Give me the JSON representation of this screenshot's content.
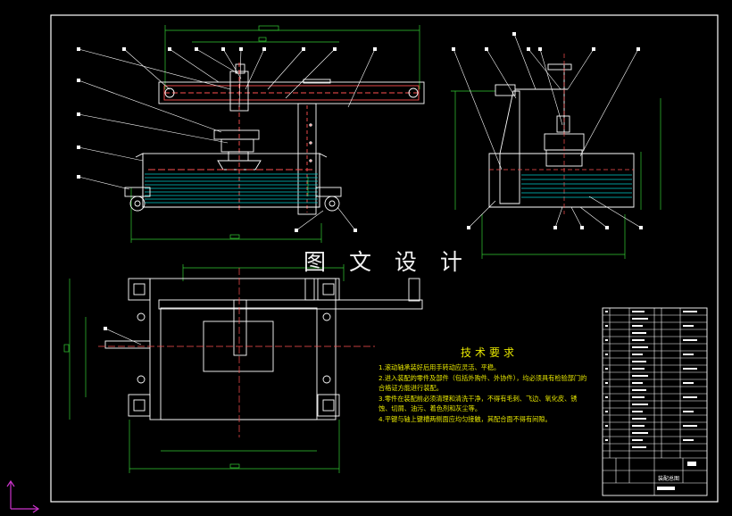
{
  "watermark": "图 文 设 计",
  "technical_requirements": {
    "title": "技术要求",
    "items": [
      "1.滚动轴承装好后用手转动应灵活、平稳。",
      "2.进入装配的零件及部件（包括外购件、外协件），均必须具有检验部门的合格证方能进行装配。",
      "3.零件在装配前必须清理和清洗干净，不得有毛刺、飞边、氧化皮、锈蚀、切屑、油污、着色剂和灰尘等。",
      "4.平键与轴上键槽两侧面应均匀接触，其配合面不得有间隙。"
    ]
  },
  "title_block": {
    "drawing_name": "装配总图"
  },
  "colors": {
    "background": "#000000",
    "frame": "#ffffff",
    "dimension": "#33cc33",
    "part_outline": "#ffffff",
    "center_line": "#ff3b3b",
    "water_fill": "#00cccc",
    "annotation": "#e8e800",
    "ucs_icon": "#cc33cc"
  }
}
